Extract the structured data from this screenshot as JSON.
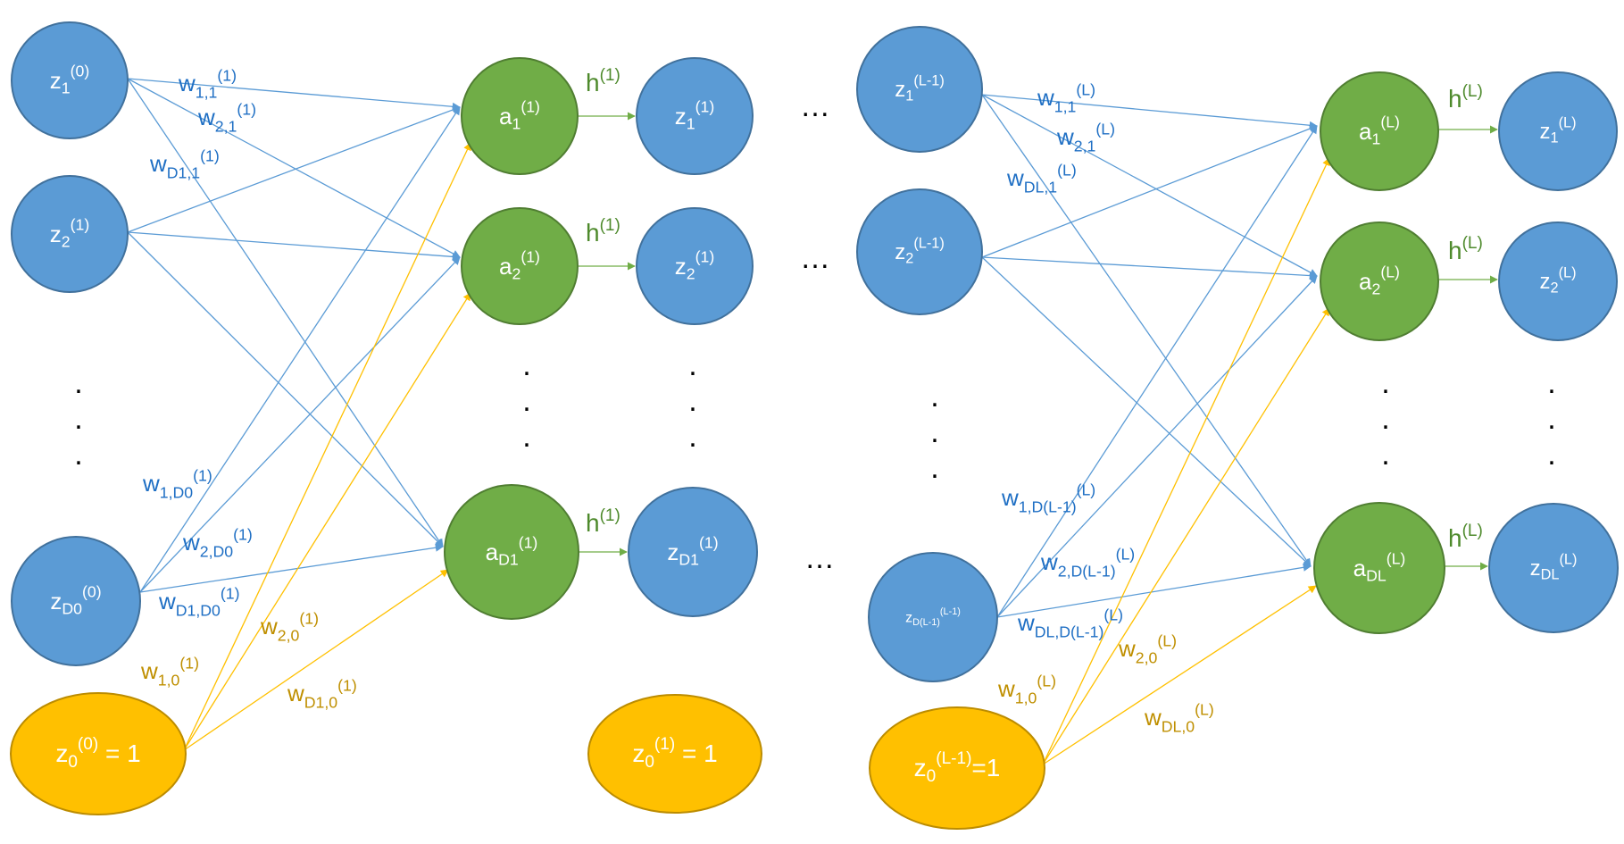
{
  "colors": {
    "input_node": "#5b9bd5",
    "input_stroke": "#41719c",
    "act_node": "#70ad47",
    "act_stroke": "#507e32",
    "bias_node": "#ffc000",
    "bias_stroke": "#bc8c00",
    "edge_blue": "#5b9bd5",
    "edge_gold": "#ffc000",
    "edge_green": "#70ad47",
    "label_blue": "#1f6fc4",
    "label_gold": "#bf8f00",
    "label_green": "#4e8a2c"
  },
  "layer1": {
    "inputs": [
      {
        "base": "z",
        "sub": "1",
        "sup": "(0)"
      },
      {
        "base": "z",
        "sub": "2",
        "sup": "(1)"
      },
      {
        "base": "z",
        "sub": "D0",
        "sup": "(0)"
      }
    ],
    "bias": {
      "base": "z",
      "sub": "0",
      "sup": "(0)",
      "tail": " = 1"
    },
    "acts": [
      {
        "base": "a",
        "sub": "1",
        "sup": "(1)"
      },
      {
        "base": "a",
        "sub": "2",
        "sup": "(1)"
      },
      {
        "base": "a",
        "sub": "D1",
        "sup": "(1)"
      }
    ],
    "outputs": [
      {
        "base": "z",
        "sub": "1",
        "sup": "(1)"
      },
      {
        "base": "z",
        "sub": "2",
        "sup": "(1)"
      },
      {
        "base": "z",
        "sub": "D1",
        "sup": "(1)"
      }
    ],
    "out_bias": {
      "base": "z",
      "sub": "0",
      "sup": "(1)",
      "tail": " = 1"
    },
    "h": {
      "base": "h",
      "sup": "(1)"
    },
    "weights_blue": [
      {
        "base": "w",
        "sub": "1,1",
        "sup": "(1)"
      },
      {
        "base": "w",
        "sub": "2,1",
        "sup": "(1)"
      },
      {
        "base": "w",
        "sub": "D1,1",
        "sup": "(1)"
      },
      {
        "base": "w",
        "sub": "1,D0",
        "sup": "(1)"
      },
      {
        "base": "w",
        "sub": "2,D0",
        "sup": "(1)"
      },
      {
        "base": "w",
        "sub": "D1,D0",
        "sup": "(1)"
      }
    ],
    "weights_gold": [
      {
        "base": "w",
        "sub": "2,0",
        "sup": "(1)"
      },
      {
        "base": "w",
        "sub": "1,0",
        "sup": "(1)"
      },
      {
        "base": "w",
        "sub": "D1,0",
        "sup": "(1)"
      }
    ]
  },
  "layerL": {
    "inputs": [
      {
        "base": "z",
        "sub": "1",
        "sup": "(L-1)"
      },
      {
        "base": "z",
        "sub": "2",
        "sup": "(L-1)"
      },
      {
        "base": "z",
        "sub": "D(L-1)",
        "sup": "(L-1)"
      }
    ],
    "bias": {
      "base": "z",
      "sub": "0",
      "sup": "(L-1)",
      "tail": "=1"
    },
    "acts": [
      {
        "base": "a",
        "sub": "1",
        "sup": "(L)"
      },
      {
        "base": "a",
        "sub": "2",
        "sup": "(L)"
      },
      {
        "base": "a",
        "sub": "DL",
        "sup": "(L)"
      }
    ],
    "outputs": [
      {
        "base": "z",
        "sub": "1",
        "sup": "(L)"
      },
      {
        "base": "z",
        "sub": "2",
        "sup": "(L)"
      },
      {
        "base": "z",
        "sub": "DL",
        "sup": "(L)"
      }
    ],
    "h": {
      "base": "h",
      "sup": "(L)"
    },
    "weights_blue": [
      {
        "base": "w",
        "sub": "1,1",
        "sup": "(L)"
      },
      {
        "base": "w",
        "sub": "2,1",
        "sup": "(L)"
      },
      {
        "base": "w",
        "sub": "DL,1",
        "sup": "(L)"
      },
      {
        "base": "w",
        "sub": "1,D(L-1)",
        "sup": "(L)"
      },
      {
        "base": "w",
        "sub": "2,D(L-1)",
        "sup": "(L)"
      },
      {
        "base": "w",
        "sub": "DL,D(L-1)",
        "sup": "(L)"
      }
    ],
    "weights_gold": [
      {
        "base": "w",
        "sub": "2,0",
        "sup": "(L)"
      },
      {
        "base": "w",
        "sub": "1,0",
        "sup": "(L)"
      },
      {
        "base": "w",
        "sub": "DL,0",
        "sup": "(L)"
      }
    ]
  },
  "ellipsis": "…",
  "vdot": "."
}
